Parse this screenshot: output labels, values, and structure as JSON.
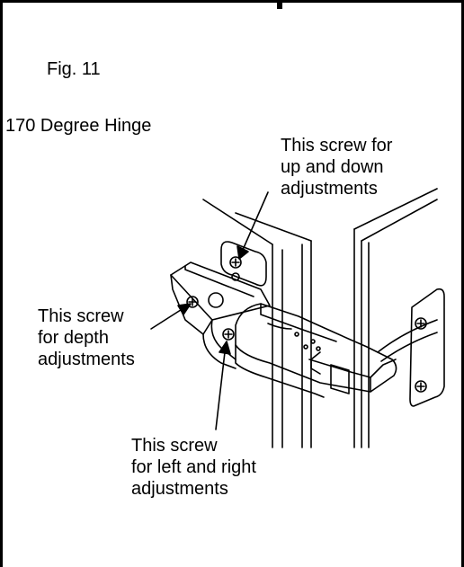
{
  "figure": {
    "number": "Fig. 11",
    "title": "170 Degree Hinge"
  },
  "callouts": {
    "up_down": "This screw for\nup and down\nadjustments",
    "depth": "This screw\nfor depth\nadjustments",
    "left_right": "This screw\nfor left and right\nadjustments"
  }
}
